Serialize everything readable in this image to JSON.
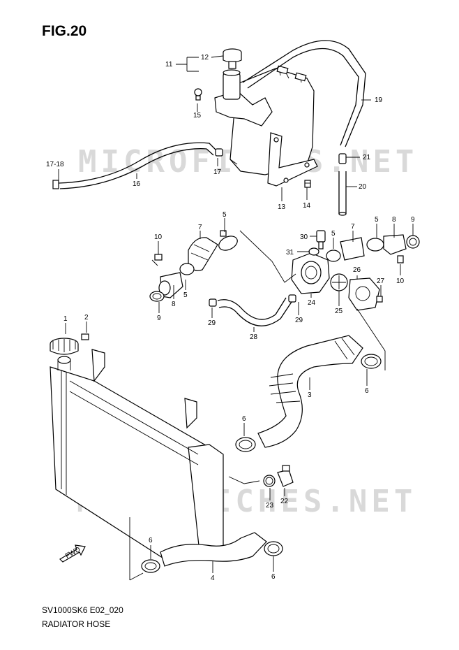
{
  "figure": {
    "title": "FIG.20",
    "code": "SV1000SK6 E02_020",
    "name": "RADIATOR HOSE"
  },
  "watermarks": [
    "MICROFICHES.NET",
    "MICROFICHES.NET"
  ],
  "arrow_label": "FWD",
  "callouts": [
    {
      "id": "c12",
      "text": "12"
    },
    {
      "id": "c11",
      "text": "11"
    },
    {
      "id": "c15",
      "text": "15"
    },
    {
      "id": "c19",
      "text": "19"
    },
    {
      "id": "c17a",
      "text": "17"
    },
    {
      "id": "c21",
      "text": "21"
    },
    {
      "id": "c1718",
      "text": "17-18"
    },
    {
      "id": "c16",
      "text": "16"
    },
    {
      "id": "c20",
      "text": "20"
    },
    {
      "id": "c13",
      "text": "13"
    },
    {
      "id": "c14",
      "text": "14"
    },
    {
      "id": "c5a",
      "text": "5"
    },
    {
      "id": "c7a",
      "text": "7"
    },
    {
      "id": "c10a",
      "text": "10"
    },
    {
      "id": "c30",
      "text": "30"
    },
    {
      "id": "c5b",
      "text": "5"
    },
    {
      "id": "c7b",
      "text": "7"
    },
    {
      "id": "c5c",
      "text": "5"
    },
    {
      "id": "c8a",
      "text": "8"
    },
    {
      "id": "c9a",
      "text": "9"
    },
    {
      "id": "c31",
      "text": "31"
    },
    {
      "id": "c26",
      "text": "26"
    },
    {
      "id": "c10b",
      "text": "10"
    },
    {
      "id": "c27",
      "text": "27"
    },
    {
      "id": "c8b",
      "text": "8"
    },
    {
      "id": "c5d",
      "text": "5"
    },
    {
      "id": "c24",
      "text": "24"
    },
    {
      "id": "c25",
      "text": "25"
    },
    {
      "id": "c9b",
      "text": "9"
    },
    {
      "id": "c29a",
      "text": "29"
    },
    {
      "id": "c28",
      "text": "28"
    },
    {
      "id": "c29b",
      "text": "29"
    },
    {
      "id": "c1",
      "text": "1"
    },
    {
      "id": "c2",
      "text": "2"
    },
    {
      "id": "c3",
      "text": "3"
    },
    {
      "id": "c6a",
      "text": "6"
    },
    {
      "id": "c6b",
      "text": "6"
    },
    {
      "id": "c23",
      "text": "23"
    },
    {
      "id": "c22",
      "text": "22"
    },
    {
      "id": "c6c",
      "text": "6"
    },
    {
      "id": "c4",
      "text": "4"
    },
    {
      "id": "c6d",
      "text": "6"
    }
  ]
}
